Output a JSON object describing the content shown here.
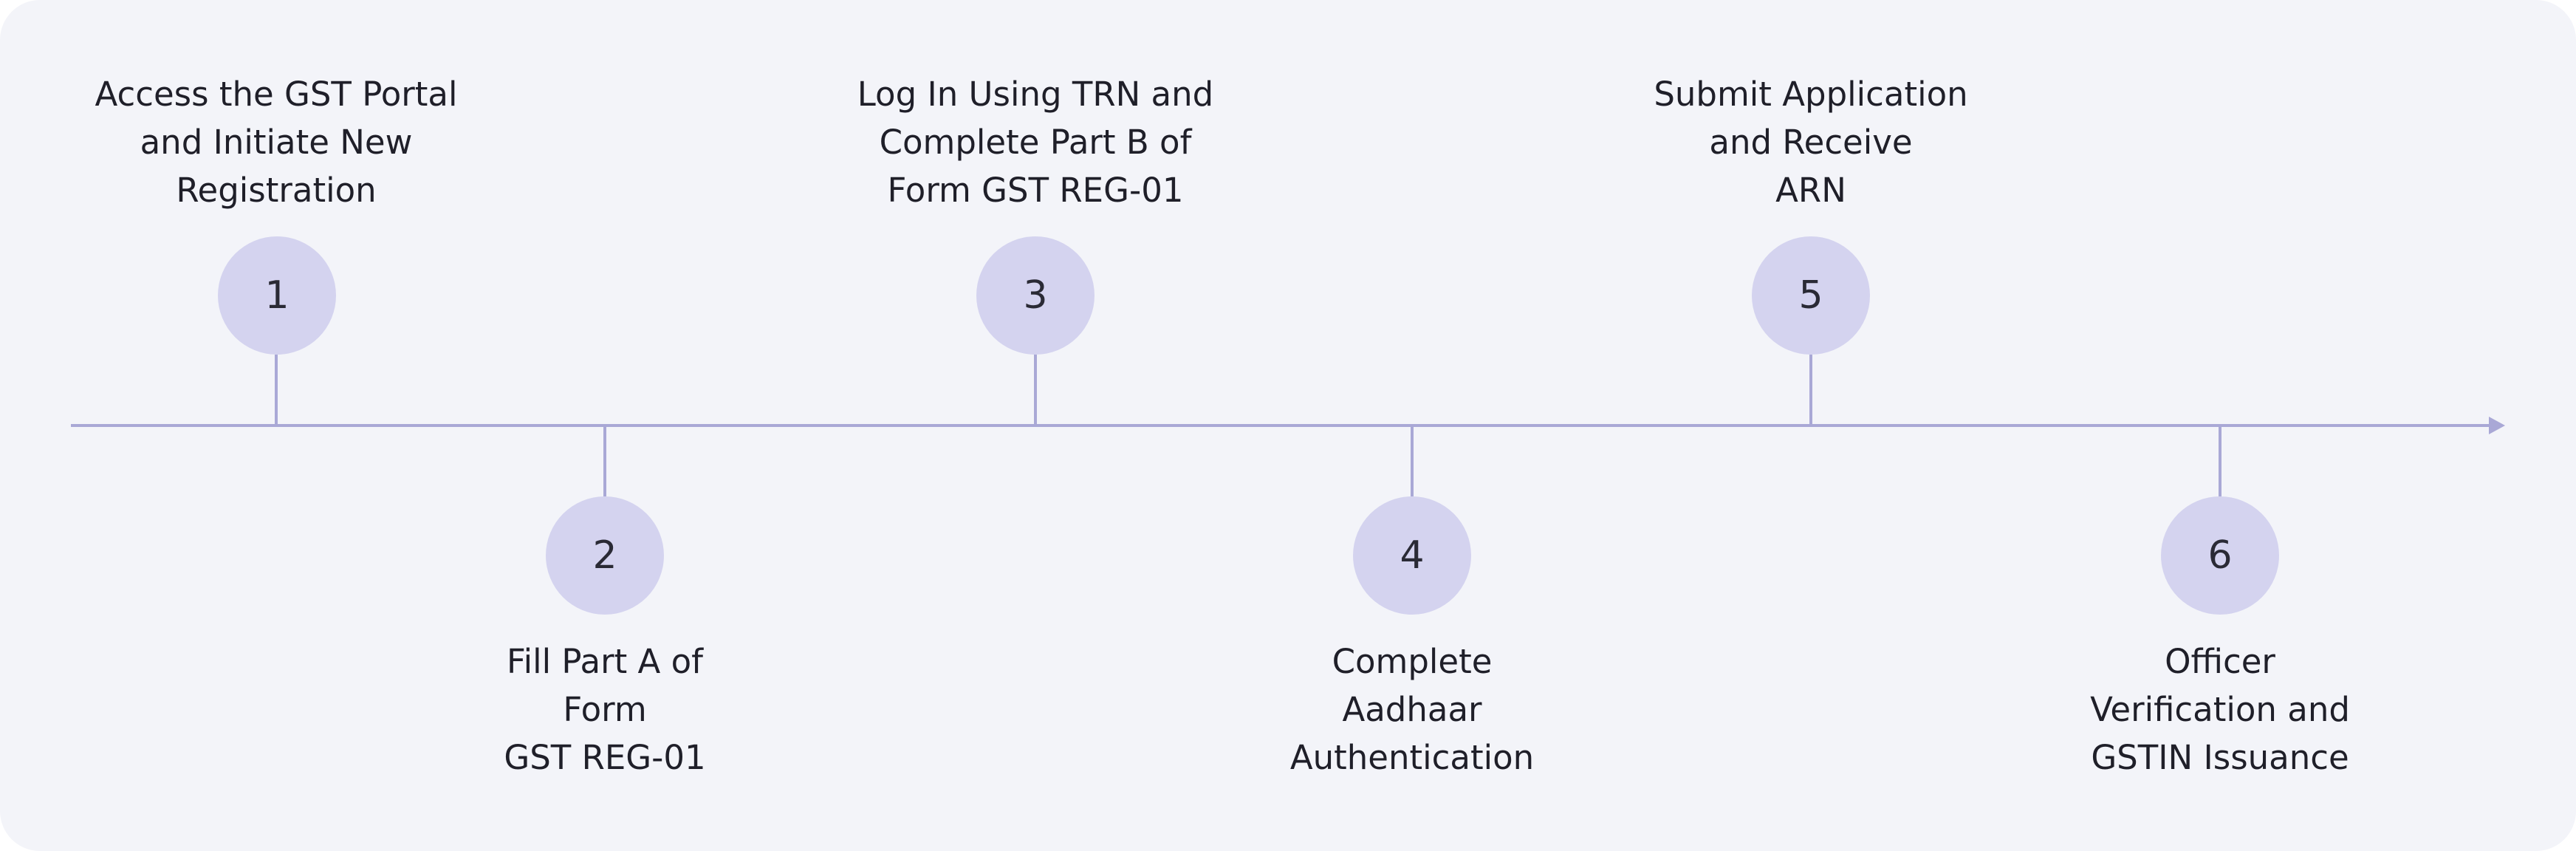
{
  "colors": {
    "background": "#f3f4f9",
    "node_fill": "#d4d3ef",
    "line": "#a9a8d6",
    "text": "#1f1f29"
  },
  "steps": [
    {
      "number": "1",
      "lines": [
        "Access the GST Portal",
        "and Initiate New",
        "Registration"
      ]
    },
    {
      "number": "2",
      "lines": [
        "Fill Part A of",
        "Form",
        "GST REG-01"
      ]
    },
    {
      "number": "3",
      "lines": [
        "Log In Using TRN and",
        "Complete Part B of",
        "Form GST REG-01"
      ]
    },
    {
      "number": "4",
      "lines": [
        "Complete",
        "Aadhaar",
        "Authentication"
      ]
    },
    {
      "number": "5",
      "lines": [
        "Submit Application",
        "and Receive",
        "ARN"
      ]
    },
    {
      "number": "6",
      "lines": [
        "Officer",
        "Verification and",
        "GSTIN Issuance"
      ]
    }
  ]
}
